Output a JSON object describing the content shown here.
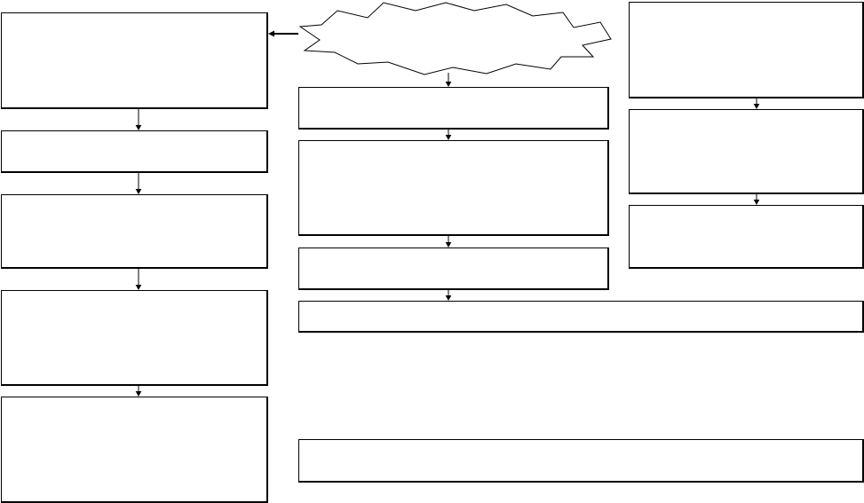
{
  "boxes": {
    "left_1": "",
    "left_2": "",
    "left_3": "",
    "left_4": "",
    "left_5": "",
    "mid_1": "",
    "mid_2": "",
    "mid_3": "",
    "wide_1": "",
    "wide_2": "",
    "right_1": "",
    "right_2": "",
    "right_3": ""
  },
  "burst": {
    "shape": "starburst",
    "text": ""
  },
  "connectors": [
    {
      "from": "starburst",
      "to": "box-left-1"
    },
    {
      "from": "starburst",
      "to": "box-mid-1"
    },
    {
      "from": "box-mid-1",
      "to": "box-mid-2"
    },
    {
      "from": "box-mid-2",
      "to": "box-mid-3"
    },
    {
      "from": "box-mid-3",
      "to": "box-wide-1"
    },
    {
      "from": "box-left-1",
      "to": "box-left-2"
    },
    {
      "from": "box-left-2",
      "to": "box-left-3"
    },
    {
      "from": "box-left-3",
      "to": "box-left-4"
    },
    {
      "from": "box-left-4",
      "to": "box-left-5"
    },
    {
      "from": "box-right-1",
      "to": "box-right-2"
    },
    {
      "from": "box-right-2",
      "to": "box-right-3"
    }
  ],
  "colors": {
    "stroke": "#000000",
    "fill": "#ffffff",
    "background": "#ffffff"
  }
}
